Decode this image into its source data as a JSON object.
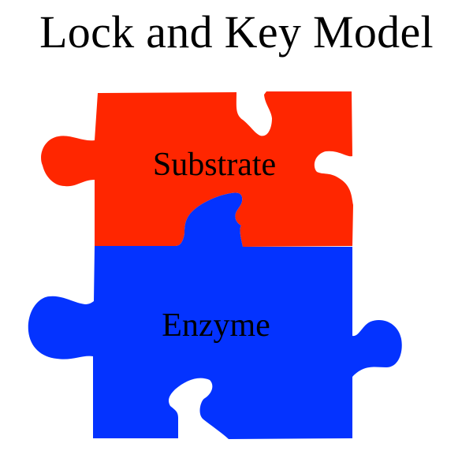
{
  "title": "Lock and Key Model",
  "pieces": {
    "substrate": {
      "label": "Substrate",
      "color": "#ff2600"
    },
    "enzyme": {
      "label": "Enzyme",
      "color": "#0433ff"
    }
  }
}
